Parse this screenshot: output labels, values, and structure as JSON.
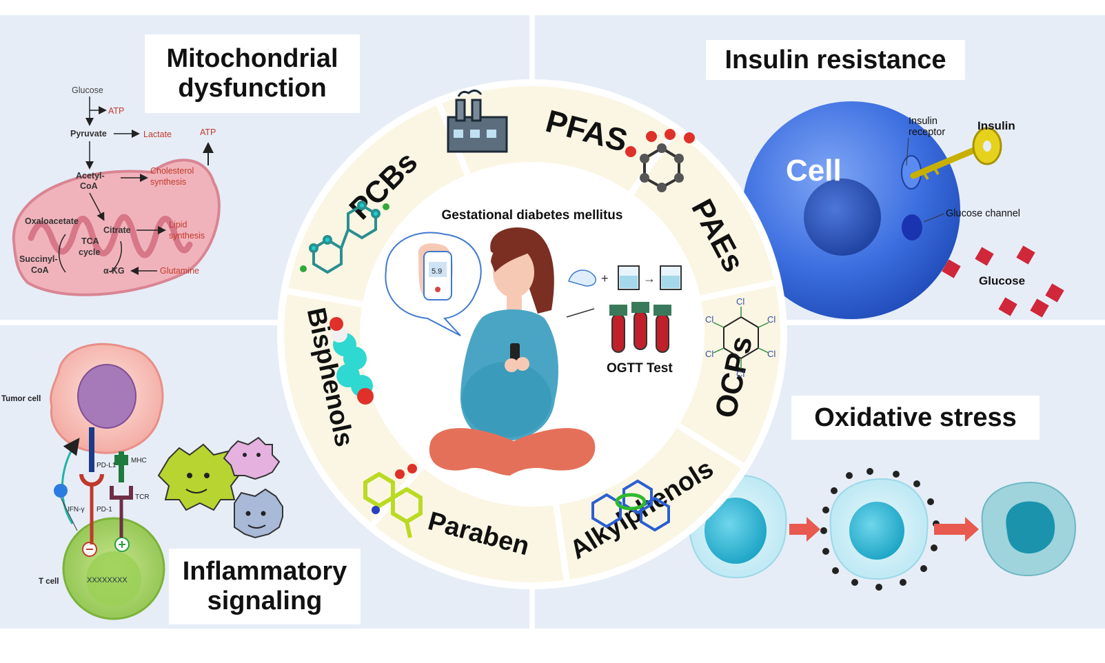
{
  "center": {
    "title": "Gestational diabetes mellitus",
    "ogtt_label": "OGTT Test",
    "meter_reading": "5.9"
  },
  "ring": [
    {
      "label": "PFAS"
    },
    {
      "label": "PAEs"
    },
    {
      "label": "OCPs"
    },
    {
      "label": "Alkylphenols"
    },
    {
      "label": "Paraben"
    },
    {
      "label": "Bisphenols"
    },
    {
      "label": "PCBs"
    }
  ],
  "panels": {
    "mito": {
      "title_line1": "Mitochondrial",
      "title_line2": "dysfunction",
      "labels": {
        "glucose": "Glucose",
        "atp1": "ATP",
        "pyruvate": "Pyruvate",
        "lactate": "Lactate",
        "atp2": "ATP",
        "acetyl1": "Acetyl-",
        "acetyl2": "CoA",
        "chol1": "Cholesterol",
        "chol2": "synthesis",
        "oxalo": "Oxaloacetate",
        "citrate": "Citrate",
        "lipid1": "Lipid",
        "lipid2": "synthesis",
        "tca1": "TCA",
        "tca2": "cycle",
        "succ1": "Succinyl-",
        "succ2": "CoA",
        "akg": "α-KG",
        "glutamine": "Glutamine"
      }
    },
    "insulin": {
      "title": "Insulin resistance",
      "labels": {
        "cell": "Cell",
        "receptor1": "Insulin",
        "receptor2": "receptor",
        "insulin": "Insulin",
        "channel": "Glucose channel",
        "glucose": "Glucose"
      }
    },
    "inflam": {
      "title_line1": "Inflammatory",
      "title_line2": "signaling",
      "labels": {
        "tumor": "Tumor cell",
        "tcell": "T cell",
        "pdl1": "PD-L1",
        "mhc": "MHC",
        "pd1": "PD-1",
        "tcr": "TCR",
        "ifn": "IFN-γ",
        "dna": "XXXXXXXX"
      }
    },
    "oxid": {
      "title": "Oxidative stress"
    }
  },
  "molecules": {
    "cl": "Cl"
  },
  "colors": {
    "panel_bg": "#e6edf7",
    "ring_fill": "#fbf6e4",
    "mito_pink": "#e59aa5",
    "cell_blue": "#3d72e0",
    "label_red": "#c0392b",
    "arrow_red": "#e85a4f"
  }
}
